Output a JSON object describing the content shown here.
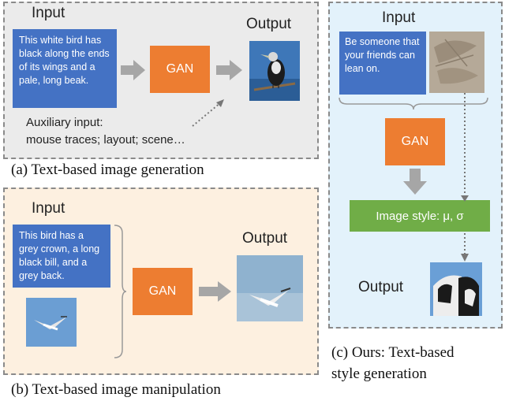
{
  "panel_a": {
    "input_title": "Input",
    "output_title": "Output",
    "text": "This white bird has black along the ends of its wings and a pale, long beak.",
    "gan": "GAN",
    "aux_line1": "Auxiliary input:",
    "aux_line2": "mouse traces; layout; scene…",
    "caption": "(a) Text-based  image  generation"
  },
  "panel_b": {
    "input_title": "Input",
    "output_title": "Output",
    "text": "This bird has a grey crown, a long black bill, and a grey back.",
    "gan": "GAN",
    "caption": "(b) Text-based  image  manipulation"
  },
  "panel_c": {
    "input_title": "Input",
    "output_title": "Output",
    "text": "Be someone that your friends can lean on.",
    "gan": "GAN",
    "style_label": "Image style: μ, σ",
    "caption_line1": "(c) Ours: Text-based",
    "caption_line2": "style generation"
  },
  "colors": {
    "text_box": "#4472c4",
    "gan_box": "#ed7d31",
    "style_box": "#70ad47",
    "panel_a_bg": "#ebebeb",
    "panel_b_bg": "#fdf0e0",
    "panel_c_bg": "#e3f2fb",
    "arrow_gray": "#a6a6a6"
  }
}
